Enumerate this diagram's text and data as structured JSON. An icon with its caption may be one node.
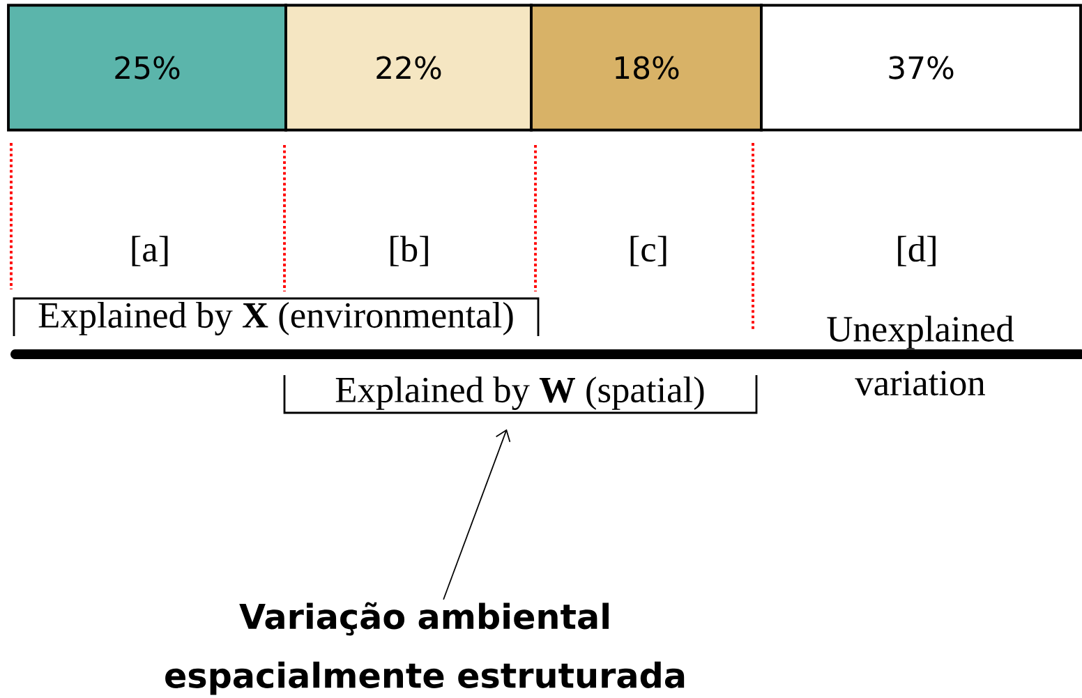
{
  "diagram": {
    "nodes": [
      {
        "text": [
          "25%"
        ]
      },
      {
        "text": [
          "22%"
        ]
      },
      {
        "text": [
          "18%"
        ]
      },
      {
        "text": [
          "37%"
        ]
      },
      {
        "text": [
          "Explained by **X** (environmental)"
        ]
      },
      {
        "text": [
          "Explained by **W** (spatial)"
        ]
      },
      {
        "text": [
          "Variação ambiental espacialmente estruturada"
        ]
      }
    ],
    "edges": [
      {
        "from": 6,
        "to": 5,
        "arrow": "to"
      }
    ],
    "labels": [
      "[a]",
      "[b]",
      "[c]",
      "[d]",
      "Unexplained variation"
    ]
  }
}
